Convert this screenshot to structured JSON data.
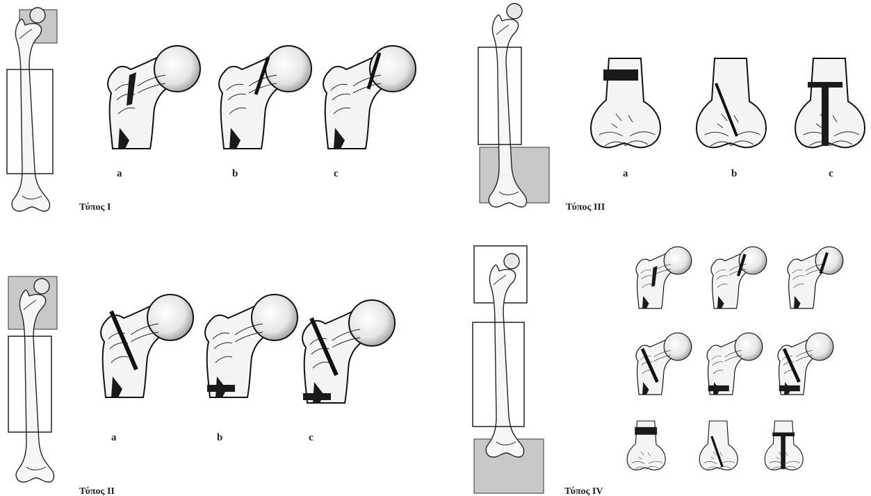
{
  "panels": [
    {
      "id": "I",
      "title": "Τύπος Ι",
      "labels": [
        "a",
        "b",
        "c"
      ]
    },
    {
      "id": "II",
      "title": "Τύπος ΙΙ",
      "labels": [
        "a",
        "b",
        "c"
      ]
    },
    {
      "id": "III",
      "title": "Τύπος ΙΙΙ",
      "labels": [
        "a",
        "b",
        "c"
      ]
    },
    {
      "id": "IV",
      "title": "Τύπος IV"
    }
  ],
  "colors": {
    "highlight": "#c8c8c8",
    "ink": "#111111"
  }
}
